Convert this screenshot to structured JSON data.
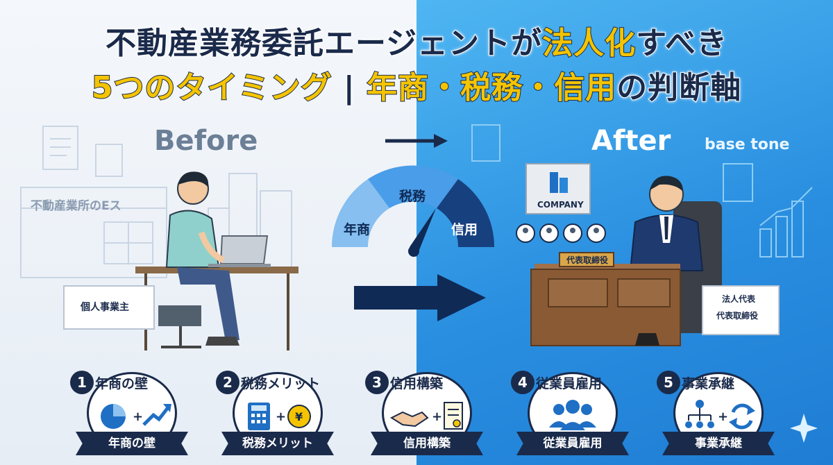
{
  "title": {
    "line1_a": "不動産業務委託エージェントが",
    "line1_hl": "法人化",
    "line1_b": "すべき",
    "line2_hl": "5つのタイミング",
    "line2_sep": "|",
    "line2_b": "年商・税務・信用",
    "line2_c": "の判断軸"
  },
  "before": {
    "label": "Before",
    "store_sign": "不動産業所のEス",
    "card": "個人事業主"
  },
  "after": {
    "label": "After",
    "base_tone": "base tone",
    "company_sign": "COMPANY",
    "desk_plate": "代表取締役",
    "card_line1": "法人代表",
    "card_line2": "代表取締役"
  },
  "gauge": {
    "left": "年商",
    "middle": "税務",
    "right": "信用"
  },
  "steps": [
    {
      "num": "1",
      "head": "年商の壁",
      "ribbon": "年商の壁"
    },
    {
      "num": "2",
      "head": "税務メリット",
      "ribbon": "税務メリット",
      "yen": "¥"
    },
    {
      "num": "3",
      "head": "信用構築",
      "ribbon": "信用構築"
    },
    {
      "num": "4",
      "head": "従業員雇用",
      "ribbon": "従業員雇用"
    },
    {
      "num": "5",
      "head": "事業承継",
      "ribbon": "事業承継"
    }
  ],
  "colors": {
    "navy": "#1a2a4a",
    "accent_yellow": "#f5c400",
    "after_blue": "#2a8fe0"
  }
}
